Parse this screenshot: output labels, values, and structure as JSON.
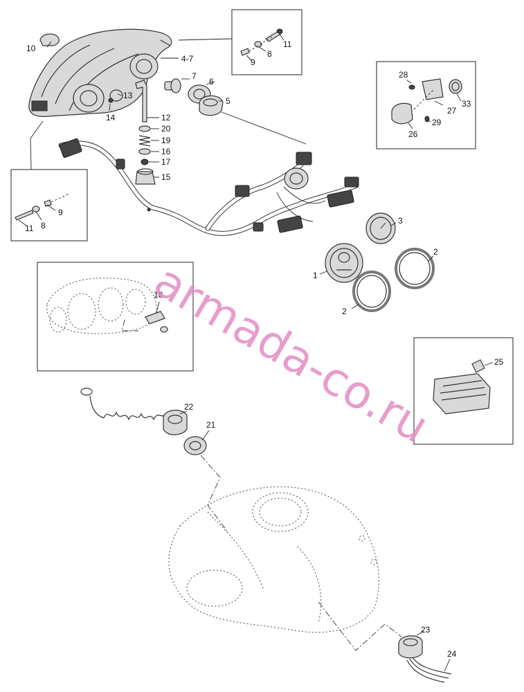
{
  "watermark": "armada-co.ru",
  "callouts": [
    {
      "id": "c10",
      "text": "10"
    },
    {
      "id": "c4-7",
      "text": "4-7"
    },
    {
      "id": "c11a",
      "text": "11"
    },
    {
      "id": "c8a",
      "text": "8"
    },
    {
      "id": "c9a",
      "text": "9"
    },
    {
      "id": "c7",
      "text": "7"
    },
    {
      "id": "c6",
      "text": "6"
    },
    {
      "id": "c5",
      "text": "5"
    },
    {
      "id": "c13",
      "text": "13"
    },
    {
      "id": "c14",
      "text": "14"
    },
    {
      "id": "c12",
      "text": "12"
    },
    {
      "id": "c20",
      "text": "20"
    },
    {
      "id": "c19",
      "text": "19"
    },
    {
      "id": "c16",
      "text": "16"
    },
    {
      "id": "c17",
      "text": "17"
    },
    {
      "id": "c15",
      "text": "15"
    },
    {
      "id": "c28",
      "text": "28"
    },
    {
      "id": "c27",
      "text": "27"
    },
    {
      "id": "c33",
      "text": "33"
    },
    {
      "id": "c29",
      "text": "29"
    },
    {
      "id": "c26",
      "text": "26"
    },
    {
      "id": "c9b",
      "text": "9"
    },
    {
      "id": "c8b",
      "text": "8"
    },
    {
      "id": "c11b",
      "text": "11"
    },
    {
      "id": "c3",
      "text": "3"
    },
    {
      "id": "c2a",
      "text": "2"
    },
    {
      "id": "c1",
      "text": "1"
    },
    {
      "id": "c2b",
      "text": "2"
    },
    {
      "id": "c18",
      "text": "18"
    },
    {
      "id": "c25",
      "text": "25"
    },
    {
      "id": "c22",
      "text": "22"
    },
    {
      "id": "c21",
      "text": "21"
    },
    {
      "id": "c23",
      "text": "23"
    },
    {
      "id": "c24",
      "text": "24"
    }
  ]
}
